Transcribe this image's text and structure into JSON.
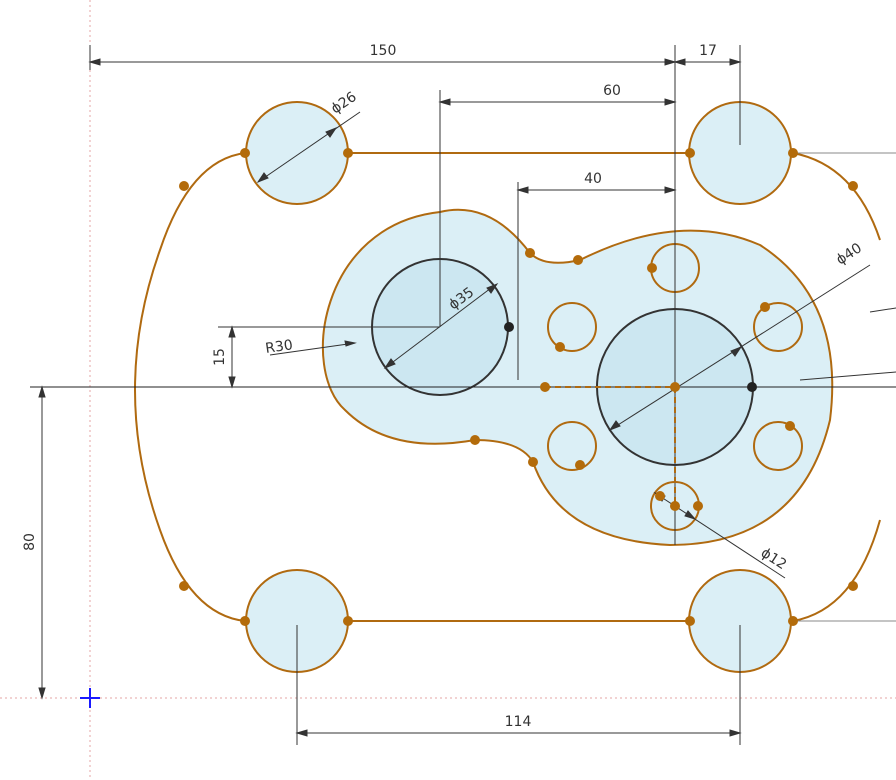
{
  "drawing": {
    "colors": {
      "background": "#ffffff",
      "profile": "#b06a10",
      "fill": "#dbeff6",
      "fill_dark": "#cce7f1",
      "hole_dark": "#333333",
      "dimension": "#333333",
      "axis": "#222222",
      "guide": "#e6a6a6",
      "point": "#b36b0a",
      "black_point": "#222222",
      "origin_marker": "#1a1aff"
    },
    "dimensions": {
      "d150": "150",
      "d17": "17",
      "d60": "60",
      "d40": "40",
      "d15": "15",
      "d80": "80",
      "d114": "114",
      "dia26": "ϕ26",
      "dia35": "ϕ35",
      "dia40": "ϕ40",
      "dia12": "ϕ12",
      "r30": "R30"
    },
    "icons": {
      "origin": "origin-cross-icon"
    }
  }
}
